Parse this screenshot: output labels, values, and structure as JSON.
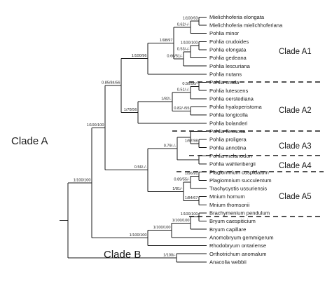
{
  "taxa": [
    "Mielichhoferia elongata",
    "Mielichhoferia mielichhoferiana",
    "Pohlia minor",
    "Pohlia crudoides",
    "Pohlia elongata",
    "Pohlia gedeana",
    "Pohlia lescuriana",
    "Pohlia nutans",
    "Pohlia cruda",
    "Pohlia lutescens",
    "Pohlia oerstediana",
    "Pohlia hyaloperistoma",
    "Pohlia longicolla",
    "Pohlia bolanderi",
    "Pohlia flexuosa",
    "Pohlia proligera",
    "Pohlia annotina",
    "Pohlia melanodon",
    "Pohlia wahlenbergii",
    "Plagiomnium cuspidatum",
    "Plagiomnium succulentum",
    "Trachycystis ussuriensis",
    "Mnium hornum",
    "Mnium thomsonii",
    "Brachymenium pendulum",
    "Bryum caespiticium",
    "Bryum capillare",
    "Anomobryum gemmigerum",
    "Rhodobryum ontariense",
    "Orthotrichum anomalum",
    "Anacolia webbii"
  ],
  "clades": {
    "a1": "Clade A1",
    "a2": "Clade A2",
    "a3": "Clade A3",
    "a4": "Clade A4",
    "a5": "Clade A5",
    "a": "Clade A",
    "b": "Clade B"
  },
  "support": {
    "mielichhoferia": "1/100/93",
    "minor_group": "0.62/-/-",
    "a1_inner": "1/98/97",
    "crudoides": "1/100/100",
    "cru_elo_ged": "0.53/-/-",
    "cru_to_les": "0.66/51/-",
    "a1": "1/100/96",
    "a1_a2": "0.85/84/56",
    "cruda_lutescens": "0.56/56/-",
    "cruda_group": "0.51/-/-",
    "a2_inner": "1/82/-",
    "hyalo_longi": "0.82/-/55",
    "a2": "1/78/56",
    "clade_a": "1/100/100",
    "pro_ann": "1/97/98",
    "a3_a4": "0.79/-/-",
    "a3a4_a5": "0.56/-/-",
    "plagiomnium": "1/96/91",
    "plag_trachy": "0.89/55/-",
    "a5": "1/81/-",
    "mnium": "1/84/67",
    "brachy_bryum": "1/100/100",
    "bryum_group": "1/100/100",
    "bryum_anomo": "1/100/100",
    "clade_b": "1/100/100",
    "root": "1/100/100",
    "outgroup": "1/100/-"
  }
}
